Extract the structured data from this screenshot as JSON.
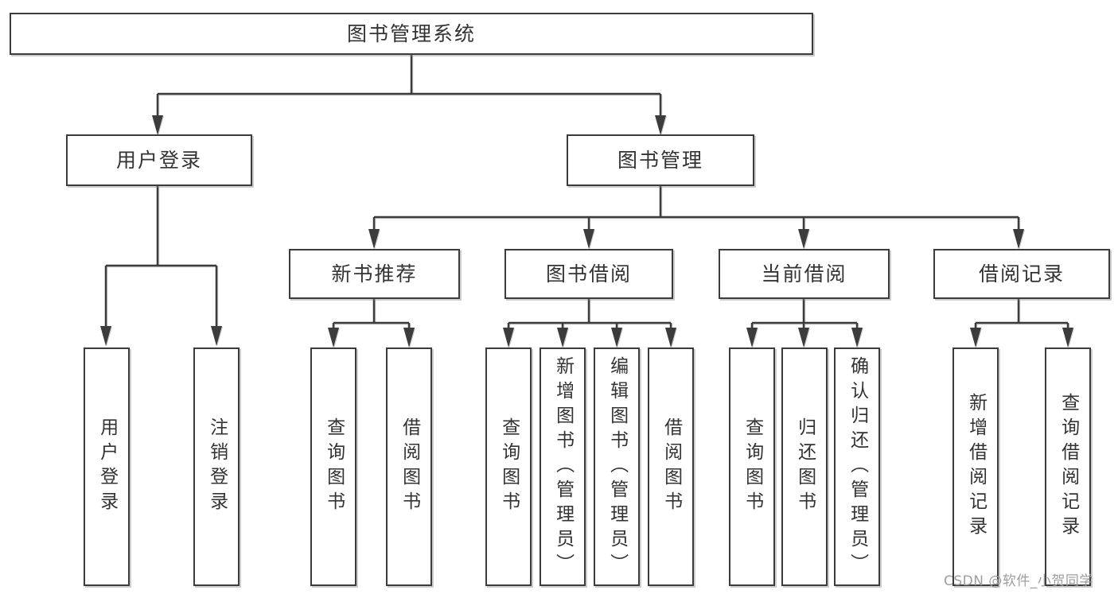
{
  "diagram": {
    "root_label": "图书管理系统",
    "level2": [
      {
        "label": "用户登录",
        "leaves": [
          "用户登录",
          "注销登录"
        ]
      },
      {
        "label": "图书管理",
        "level3": [
          {
            "label": "新书推荐",
            "leaves": [
              "查询图书",
              "借阅图书"
            ]
          },
          {
            "label": "图书借阅",
            "leaves": [
              "查询图书",
              "新增图书（管理员）",
              "编辑图书（管理员）",
              "借阅图书"
            ]
          },
          {
            "label": "当前借阅",
            "leaves": [
              "查询图书",
              "归还图书",
              "确认归还（管理员）"
            ]
          },
          {
            "label": "借阅记录",
            "leaves": [
              "新增借阅记录",
              "查询借阅记录"
            ]
          }
        ]
      }
    ]
  },
  "watermark": {
    "text": "CSDN @软件_小贺同学"
  },
  "colors": {
    "line": "#3c3c3c",
    "box_border": "#3c3c3c",
    "text": "#333333",
    "watermark": "#9e9e9e",
    "background": "#ffffff"
  }
}
